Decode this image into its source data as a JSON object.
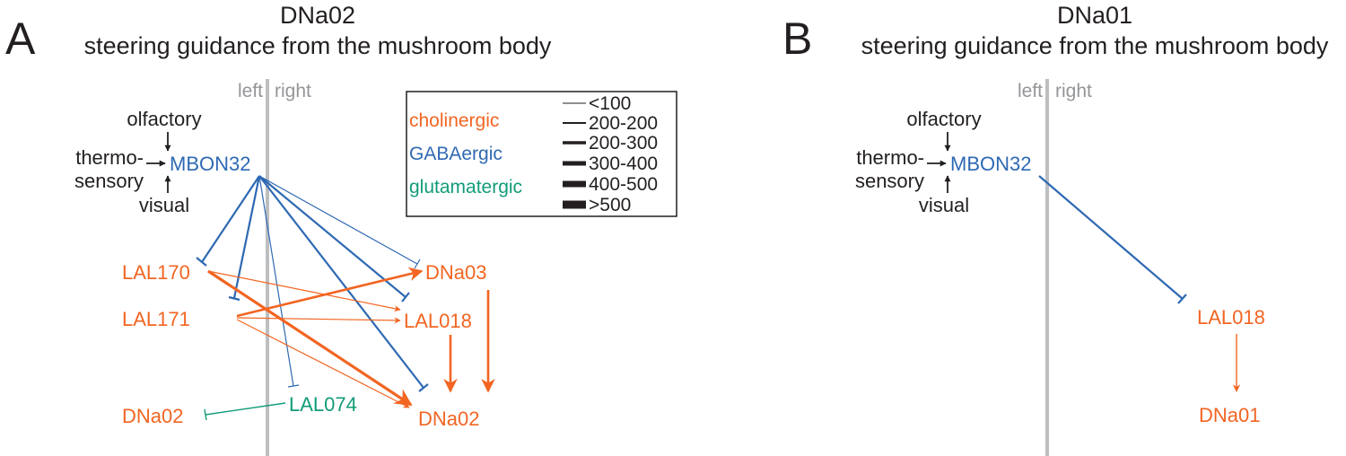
{
  "colors": {
    "cholinergic": "#f26522",
    "gabaergic": "#2e69b3",
    "glutamatergic": "#129c7a",
    "midline": "#bcbec0",
    "text": "#231f20"
  },
  "panels": [
    {
      "letter": "A",
      "title_line1": "DNa02",
      "title_line2": "steering guidance from the mushroom body",
      "side_left": "left",
      "side_right": "right",
      "inputs": [
        "olfactory",
        "thermo-",
        "sensory",
        "visual"
      ],
      "nodes": {
        "mbon32": "MBON32",
        "lal170": "LAL170",
        "lal171": "LAL171",
        "dna02_left": "DNa02",
        "lal074": "LAL074",
        "dna03": "DNa03",
        "lal018": "LAL018",
        "dna02_right": "DNa02"
      },
      "legend": {
        "types": [
          {
            "label": "cholinergic",
            "color": "#f26522"
          },
          {
            "label": "GABAergic",
            "color": "#2e69b3"
          },
          {
            "label": "glutamatergic",
            "color": "#129c7a"
          }
        ],
        "widths": [
          "<100",
          "200-200",
          "200-300",
          "300-400",
          "400-500",
          ">500"
        ]
      }
    },
    {
      "letter": "B",
      "title_line1": "DNa01",
      "title_line2": "steering guidance from the mushroom body",
      "side_left": "left",
      "side_right": "right",
      "inputs": [
        "olfactory",
        "thermo-",
        "sensory",
        "visual"
      ],
      "nodes": {
        "mbon32": "MBON32",
        "lal018": "LAL018",
        "dna01": "DNa01"
      }
    }
  ]
}
